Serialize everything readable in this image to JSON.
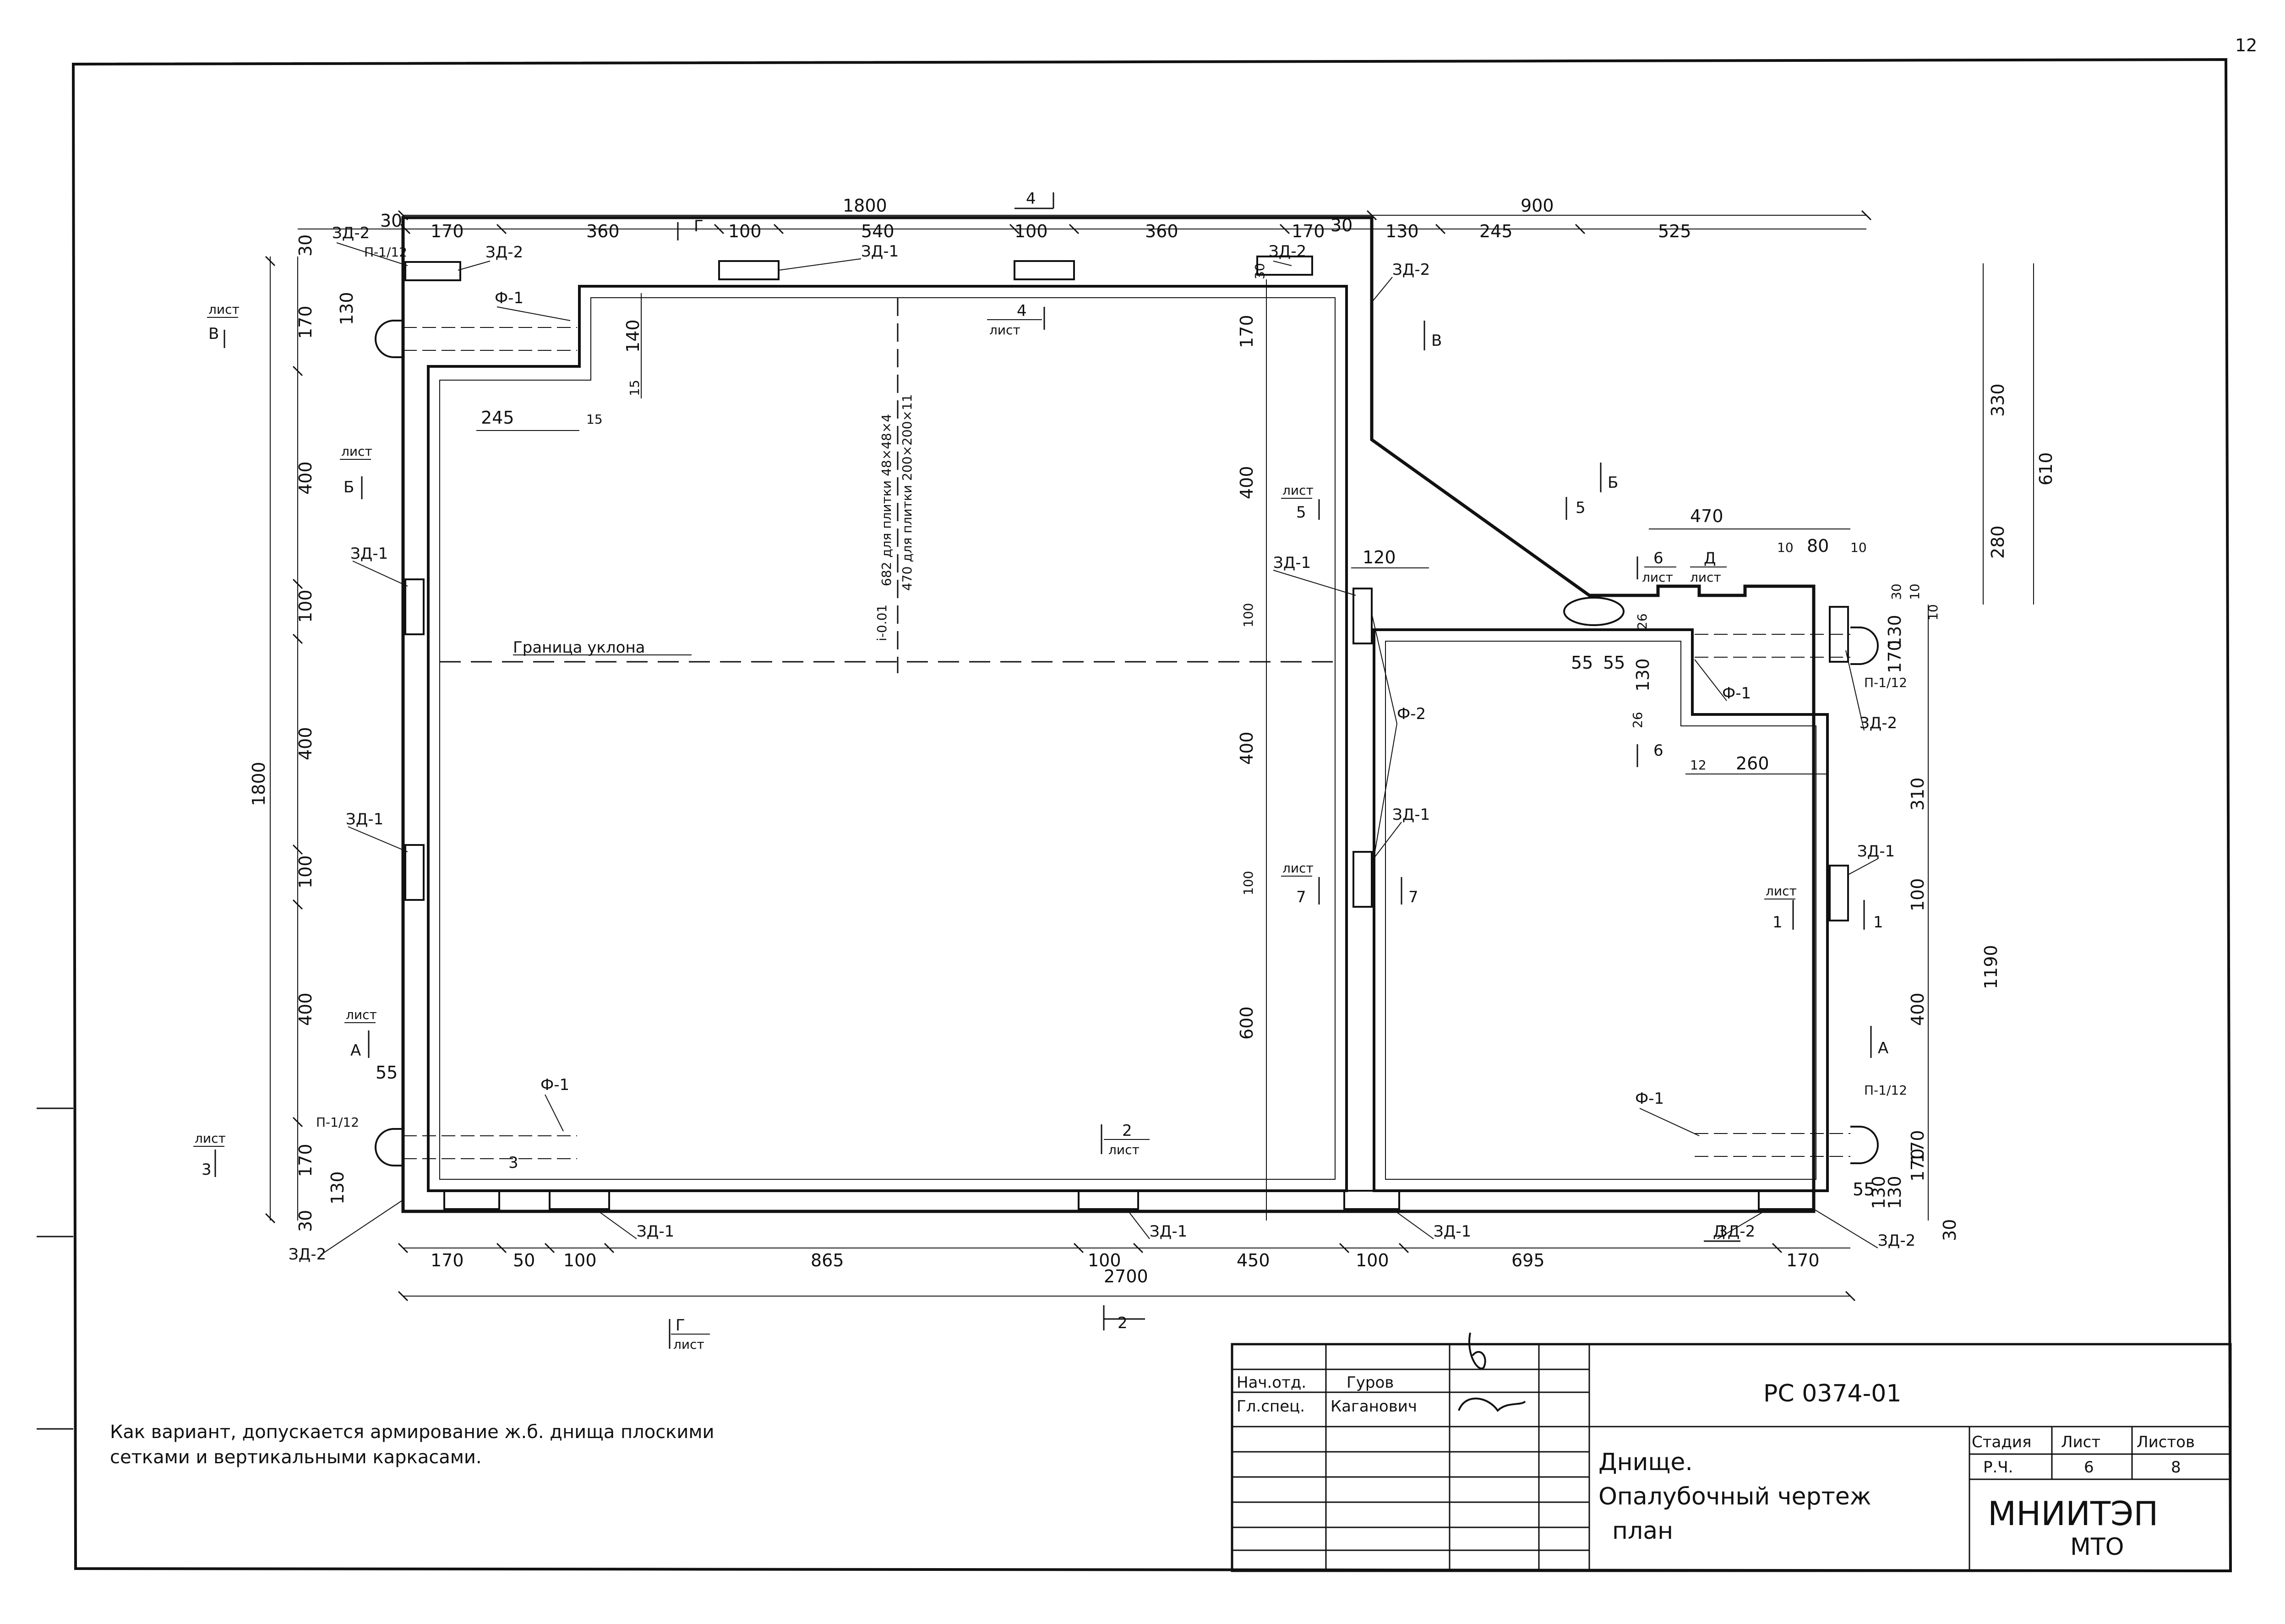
{
  "sheet_corner_number": "12",
  "dims": {
    "top_total_left": "1800",
    "top_total_right": "900",
    "top_segments": [
      "30",
      "170",
      "360",
      "100",
      "540",
      "100",
      "360",
      "170",
      "30",
      "130",
      "245",
      "525"
    ],
    "left_total": "1800",
    "left_segments": [
      "30",
      "170",
      "400",
      "100",
      "400",
      "100",
      "400",
      "170",
      "30"
    ],
    "bottom_total": "2700",
    "bottom_segments": [
      "170",
      "50",
      "100",
      "865",
      "100",
      "450",
      "100",
      "695",
      "170"
    ],
    "right_outer": [
      "330",
      "610",
      "280",
      "1190",
      "310",
      "100",
      "400",
      "170",
      "30"
    ],
    "right_small": [
      "30",
      "10",
      "10",
      "130",
      "170",
      "130"
    ],
    "inner": {
      "d140": "140",
      "d15a": "15",
      "d245": "245",
      "d15b": "15",
      "d130a": "130",
      "d130b": "130",
      "d55a": "55",
      "d55b": "55",
      "d170c": "170",
      "d400a": "400",
      "d100a": "100",
      "d400b": "400",
      "d100b": "100",
      "d600": "600",
      "d30c": "30",
      "d470": "470",
      "d10a": "10",
      "d80": "80",
      "d10b": "10",
      "d120": "120",
      "d55c": "55",
      "d55d": "55",
      "d130c": "130",
      "d26a": "26",
      "d26b": "26",
      "d12": "12",
      "d260": "260",
      "d55e": "55",
      "d130d": "130",
      "d170d": "170"
    }
  },
  "labels": {
    "zd1": "ЗД-1",
    "zd2": "ЗД-2",
    "p1_12": "П-1/12",
    "f1": "Ф-1",
    "f2": "Ф-2",
    "slope_border": "Граница уклона",
    "slope_note_1": "682 для плитки 48×48×4",
    "slope_note_2": "470 для плитки 200×200×11",
    "mark": "i-0.01"
  },
  "sections": {
    "list": "лист",
    "A": "А",
    "B": "Б",
    "V": "В",
    "G": "Г",
    "D": "Д",
    "n1": "1",
    "n2": "2",
    "n3": "3",
    "n4": "4",
    "n5": "5",
    "n6": "6",
    "n7": "7"
  },
  "note": {
    "line1": "Как вариант, допускается армирование ж.б. днища плоскими",
    "line2": "сетками и вертикальными каркасами."
  },
  "title_block": {
    "row1_role": "Нач.отд.",
    "row1_name": "Гуров",
    "row2_role": "Гл.спец.",
    "row2_name": "Каганович",
    "code": "РС 0374-01",
    "title1": "Днище.",
    "title2": "Опалубочный чертеж",
    "title3": "план",
    "stage_h": "Стадия",
    "sheet_h": "Лист",
    "sheets_h": "Листов",
    "stage_v": "Р.Ч.",
    "sheet_v": "6",
    "sheets_v": "8",
    "org1": "МНИИТЭП",
    "org2": "МТО"
  }
}
